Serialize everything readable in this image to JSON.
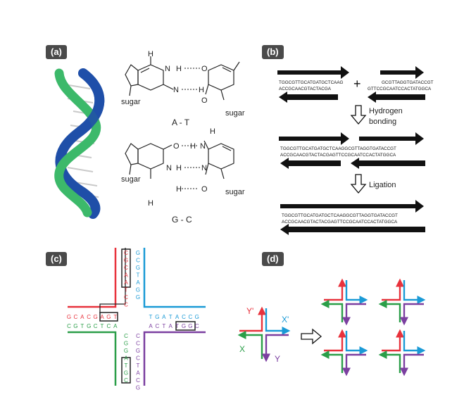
{
  "panels": {
    "a": {
      "label": "(a)",
      "at_pair": {
        "atoms": {
          "h_top": "H",
          "n_amine": "N",
          "h_amine": "H",
          "o_top": "O",
          "n_ring": "N",
          "h_ring": "H",
          "o_bottom": "O"
        },
        "sugar_left": "sugar",
        "sugar_right": "sugar",
        "caption": "A - T"
      },
      "gc_pair": {
        "atoms": {
          "o_top": "O",
          "h_top": "H",
          "n_top": "N",
          "n_mid": "N",
          "h_mid": "H",
          "n_bottom": "N",
          "h_bottom": "H",
          "o_bottom": "O",
          "h_below": "H",
          "h_right": "H"
        },
        "sugar_left": "sugar",
        "sugar_right": "sugar",
        "caption": "G - C"
      }
    },
    "b": {
      "label": "(b)",
      "left_top": "TGGCGTTGCATGATGCTCAAG",
      "left_bottom": "ACCGCAACGTACTACGA",
      "plus": "+",
      "right_top": "GCGTTAGGTGATACCGT",
      "right_bottom": "GTTCCGCAATCCACTATGGCA",
      "step1_line1": "Hydrogen",
      "step1_line2": "bonding",
      "mid_top": "TGGCGTTGCATGATGCTCAAGGCGTTAGGTGATACCGT",
      "mid_bottom": "ACCGCAACGTACTACGAGTTCCGCAATCCACTATGGCA",
      "step2": "Ligation",
      "final_top": "TGGCGTTGCATGATGCTCAAGGCGTTAGGTGATACCGT",
      "final_bottom": "ACCGCAACGTACTACGAGTTCCGCAATCCACTATGGCA"
    },
    "c": {
      "label": "(c)",
      "vertical_top_left": [
        "C",
        "G",
        "C",
        "A",
        "A",
        "T",
        "C",
        "C"
      ],
      "vertical_top_right": [
        "G",
        "C",
        "G",
        "T",
        "A",
        "G",
        "G"
      ],
      "horizontal_left_top": [
        "G",
        "C",
        "A",
        "C",
        "G",
        "A",
        "G",
        "T"
      ],
      "horizontal_left_bottom": [
        "C",
        "G",
        "T",
        "G",
        "C",
        "T",
        "C",
        "A"
      ],
      "horizontal_right_top": [
        "T",
        "G",
        "A",
        "T",
        "A",
        "C",
        "C",
        "G"
      ],
      "horizontal_right_bottom": [
        "A",
        "C",
        "T",
        "A",
        "T",
        "G",
        "G",
        "C"
      ],
      "vertical_bottom_left": [
        "C",
        "G",
        "G",
        "A",
        "T",
        "G",
        "C"
      ],
      "vertical_bottom_right": [
        "C",
        "C",
        "G",
        "C",
        "T",
        "A",
        "C",
        "G"
      ]
    },
    "d": {
      "label": "(d)",
      "y_prime": "Y'",
      "x_prime": "X'",
      "x": "X",
      "y": "Y"
    }
  },
  "colors": {
    "red": "#e8323c",
    "blue": "#1a9ad6",
    "green": "#2a9e48",
    "purple": "#7b3fa0",
    "arrow_black": "#111111",
    "label_bg": "#4a4a4a",
    "helix_blue": "#1f4fa8",
    "helix_green": "#3cb96a"
  }
}
